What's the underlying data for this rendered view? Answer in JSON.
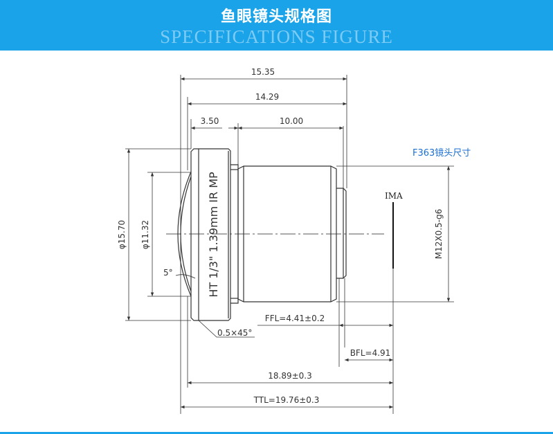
{
  "header": {
    "title": "鱼眼镜头规格图",
    "subtitle": "SPECIFICATIONS FIGURE",
    "background_color": "#1aa3e8"
  },
  "drawing": {
    "model_label": "F363镜头尺寸",
    "model_label_color": "#1a6fd0",
    "lens_marking": "HT 1/3\" 1.39mm IR MP",
    "image_plane_label": "IMA",
    "angle_label": "5°",
    "chamfer_label": "0.5×45°",
    "thread_label": "M12X0.5-g6",
    "dimensions": {
      "top_overall": "15.35",
      "top_second": "14.29",
      "flange": "3.50",
      "body": "10.00",
      "outer_diameter": "φ15.70",
      "inner_diameter": "φ11.32",
      "ffl": "FFL=4.41±0.2",
      "bfl": "BFL=4.91",
      "length": "18.89±0.3",
      "ttl": "TTL=19.76±0.3"
    }
  }
}
